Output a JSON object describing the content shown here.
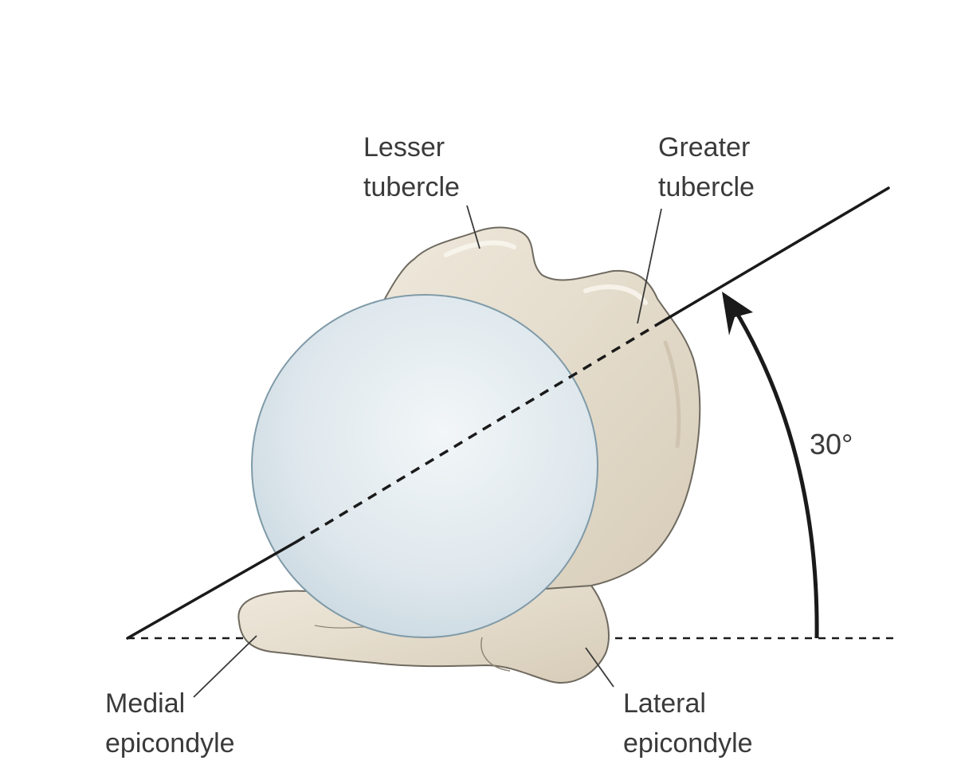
{
  "labels": {
    "lesser_tubercle": [
      "Lesser",
      "tubercle"
    ],
    "greater_tubercle": [
      "Greater",
      "tubercle"
    ],
    "medial_epicondyle": [
      "Medial",
      "epicondyle"
    ],
    "lateral_epicondyle": [
      "Lateral",
      "epicondyle"
    ],
    "angle": "30°"
  },
  "angle_degrees": 30,
  "colors": {
    "bone_fill": "#e6dfd0",
    "bone_shadow": "#d3c9b5",
    "bone_outline": "#6f6a60",
    "head_fill": "#dde7ec",
    "head_outline": "#7f9aa8",
    "line": "#1a1a1a",
    "text": "#3a3a3a"
  }
}
